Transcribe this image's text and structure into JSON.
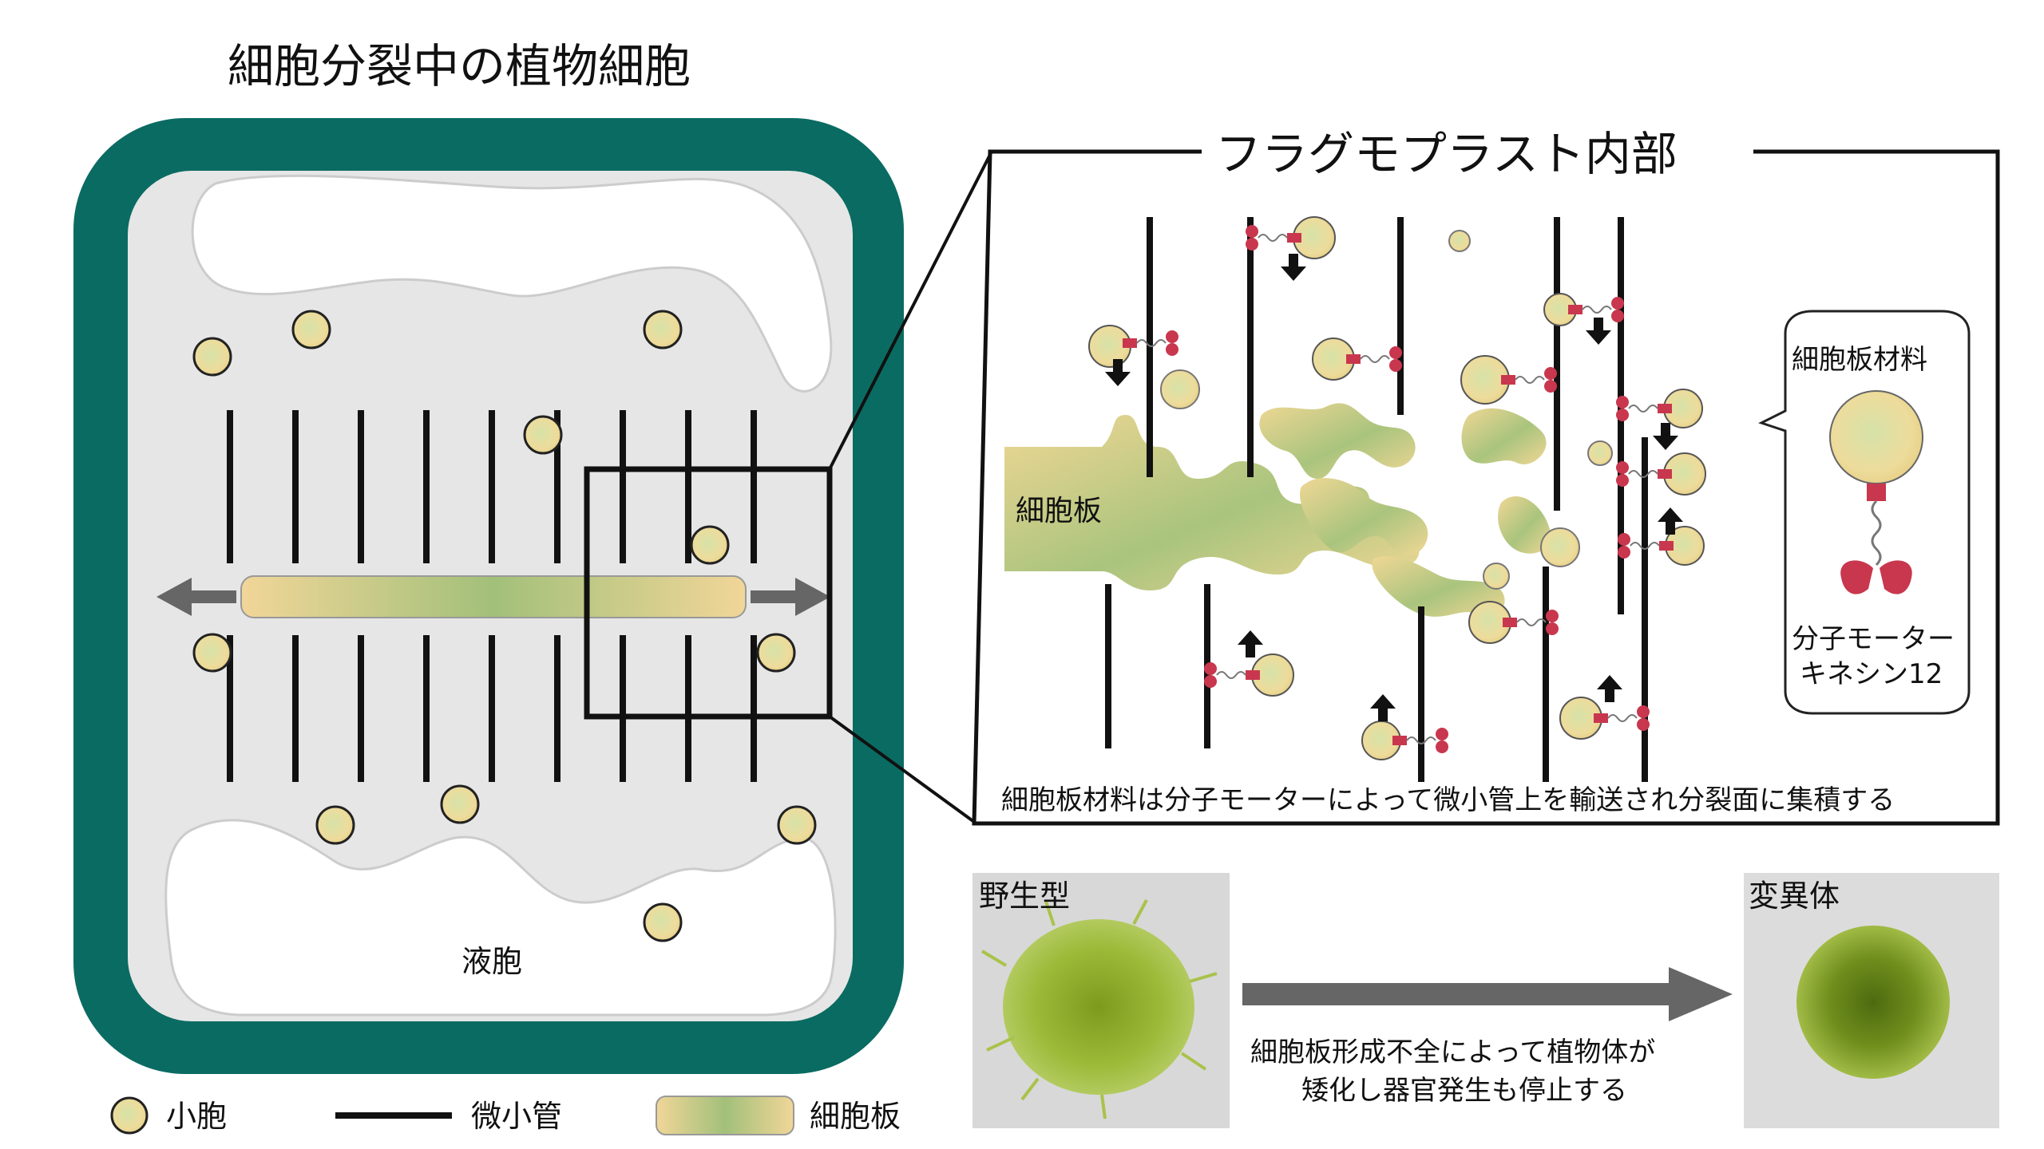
{
  "title": "細胞分裂中の植物細胞",
  "cell": {
    "vacuole_label": "液胞"
  },
  "inset": {
    "title": "フラグモプラスト内部",
    "cell_plate_label": "細胞板",
    "caption": "細胞板材料は分子モーターによって微小管上を輸送され分裂面に集積する",
    "callout": {
      "top_label": "細胞板材料",
      "bottom_label_line1": "分子モーター",
      "bottom_label_line2": "キネシン12"
    }
  },
  "legend": {
    "items": [
      {
        "label": "小胞",
        "symbol": "vesicle"
      },
      {
        "label": "微小管",
        "symbol": "microtubule"
      },
      {
        "label": "細胞板",
        "symbol": "cell-plate"
      }
    ]
  },
  "phenotype": {
    "wild_type_label": "野生型",
    "mutant_label": "変異体",
    "arrow_text_line1": "細胞板形成不全によって植物体が",
    "arrow_text_line2": "矮化し器官発生も停止する"
  },
  "colors": {
    "cell_wall": "#0a6b62",
    "cytoplasm": "#e6e6e6",
    "vesicle_fill": "#ead38e",
    "vesicle_center": "#cfe0a0",
    "cell_plate_yellow": "#f1d496",
    "cell_plate_green": "#9fbd75",
    "motor_red": "#c8374e",
    "arrow_gray": "#6b6b6b",
    "photo_bg": "#dcdcdc",
    "moss_green": "#8fae2c"
  }
}
